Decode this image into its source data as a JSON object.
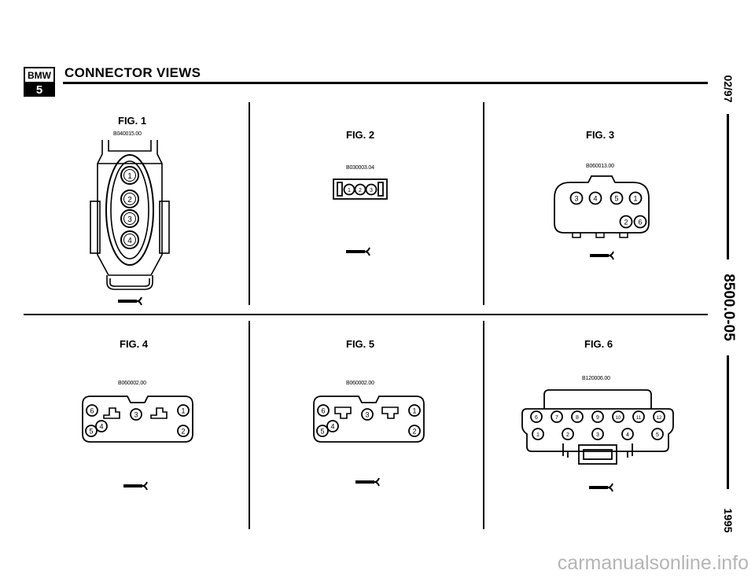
{
  "header": {
    "logo_brand": "BMW",
    "logo_series": "5",
    "title": "CONNECTOR VIEWS"
  },
  "sidebar": {
    "date": "02/97",
    "section": "8500.0-05",
    "year": "1995"
  },
  "figures": [
    {
      "label": "FIG. 1",
      "code": "B040015.00",
      "pins": [
        "1",
        "2",
        "3",
        "4"
      ]
    },
    {
      "label": "FIG. 2",
      "code": "B030003.04",
      "pins": [
        "1",
        "2",
        "3"
      ]
    },
    {
      "label": "FIG. 3",
      "code": "B060013.00",
      "pins": [
        "3",
        "4",
        "5",
        "1",
        "2",
        "6"
      ]
    },
    {
      "label": "FIG. 4",
      "code": "B060002.00",
      "pins": [
        "6",
        "3",
        "1",
        "5",
        "4",
        "2"
      ]
    },
    {
      "label": "FIG. 5",
      "code": "B060002.00",
      "pins": [
        "6",
        "3",
        "1",
        "5",
        "4",
        "2"
      ]
    },
    {
      "label": "FIG. 6",
      "code": "B120006.00",
      "pins": [
        "6",
        "7",
        "8",
        "9",
        "10",
        "11",
        "12",
        "1",
        "2",
        "3",
        "4",
        "5"
      ]
    }
  ],
  "watermark": "carmanualsonline.info"
}
